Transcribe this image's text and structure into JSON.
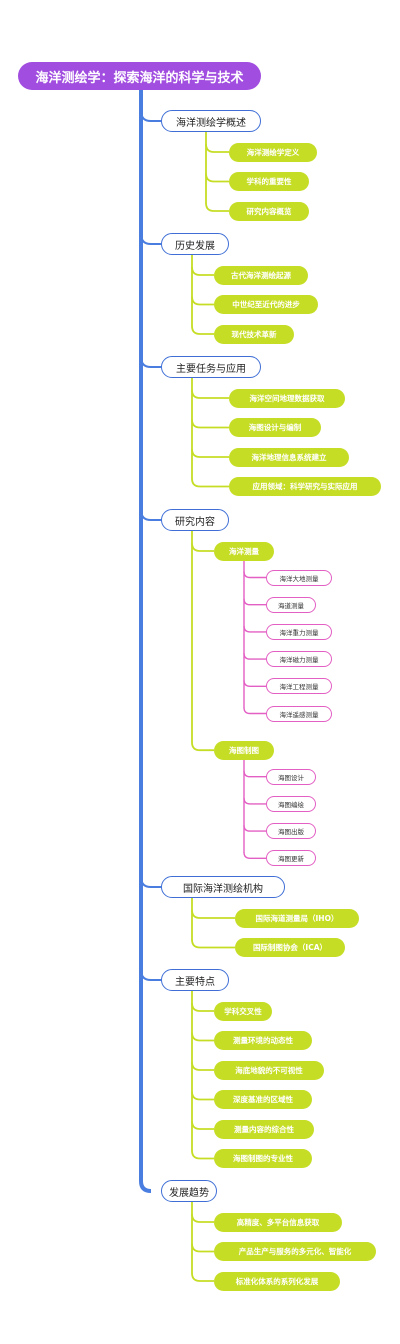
{
  "colors": {
    "root_bg": "#a14de0",
    "spine": "#4a7de0",
    "level1_border": "#3f6fd6",
    "level2_bg": "#c6dd25",
    "level3_line": "#e35fc4"
  },
  "root": {
    "label": "海洋测绘学：探索海洋的科学与技术"
  },
  "sections": [
    {
      "label": "海洋测绘学概述",
      "children": [
        {
          "label": "海洋测绘学定义"
        },
        {
          "label": "学科的重要性"
        },
        {
          "label": "研究内容概览"
        }
      ]
    },
    {
      "label": "历史发展",
      "children": [
        {
          "label": "古代海洋测绘起源"
        },
        {
          "label": "中世纪至近代的进步"
        },
        {
          "label": "现代技术革新"
        }
      ]
    },
    {
      "label": "主要任务与应用",
      "children": [
        {
          "label": "海洋空间地理数据获取"
        },
        {
          "label": "海图设计与编制"
        },
        {
          "label": "海洋地理信息系统建立"
        },
        {
          "label": "应用领域：科学研究与实际应用"
        }
      ]
    },
    {
      "label": "研究内容",
      "children": [
        {
          "label": "海洋测量",
          "children": [
            {
              "label": "海洋大地测量"
            },
            {
              "label": "海道测量"
            },
            {
              "label": "海洋重力测量"
            },
            {
              "label": "海洋磁力测量"
            },
            {
              "label": "海洋工程测量"
            },
            {
              "label": "海洋遥感测量"
            }
          ]
        },
        {
          "label": "海图制图",
          "children": [
            {
              "label": "海图设计"
            },
            {
              "label": "海图编绘"
            },
            {
              "label": "海图出版"
            },
            {
              "label": "海图更新"
            }
          ]
        }
      ]
    },
    {
      "label": "国际海洋测绘机构",
      "children": [
        {
          "label": "国际海道测量局（IHO）"
        },
        {
          "label": "国际制图协会（ICA）"
        }
      ]
    },
    {
      "label": "主要特点",
      "children": [
        {
          "label": "学科交叉性"
        },
        {
          "label": "测量环境的动态性"
        },
        {
          "label": "海底地貌的不可视性"
        },
        {
          "label": "深度基准的区域性"
        },
        {
          "label": "测量内容的综合性"
        },
        {
          "label": "海图制图的专业性"
        }
      ]
    },
    {
      "label": "发展趋势",
      "children": [
        {
          "label": "高精度、多平台信息获取"
        },
        {
          "label": "产品生产与服务的多元化、智能化"
        },
        {
          "label": "标准化体系的系列化发展"
        }
      ]
    }
  ]
}
